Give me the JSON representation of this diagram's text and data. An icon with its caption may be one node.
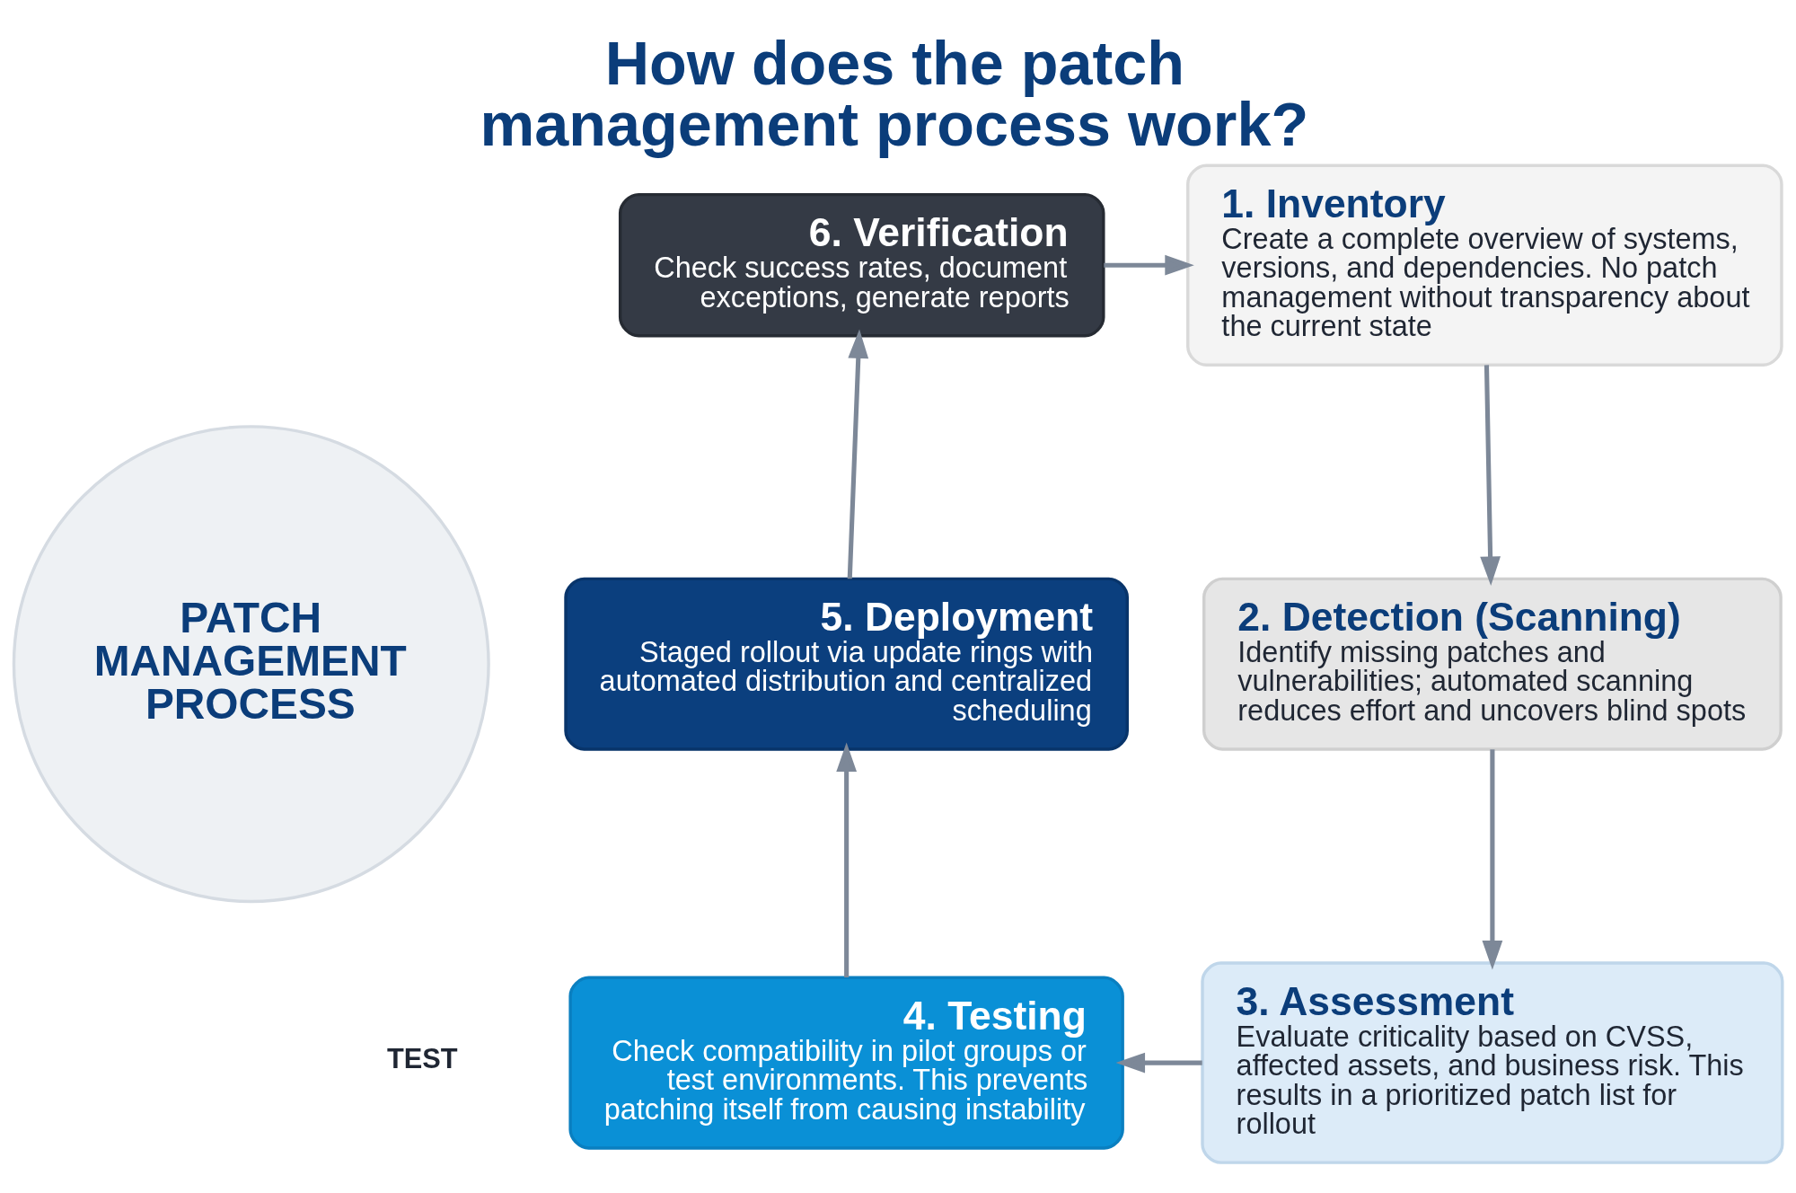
{
  "diagram": {
    "title": "How does the patch management process work?",
    "nodes": [
      {
        "text": [
          "PATCH MANAGEMENT PROCESS"
        ]
      },
      {
        "text": [
          "1. Inventory",
          "Create a complete overview of systems, versions, and dependencies. No patch management without transparency about the current state"
        ]
      },
      {
        "text": [
          "2. Detection (Scanning)",
          "Identify missing patches and vulnerabilities; automated scanning reduces effort and uncovers blind spots"
        ]
      },
      {
        "text": [
          "3. Assessment",
          "Evaluate criticality based on CVSS, affected assets, and business risk. This results in a prioritized patch list for rollout"
        ]
      },
      {
        "text": [
          "4. Testing",
          "Check compatibility in pilot groups or test environments. This prevents patching itself from causing instability"
        ]
      },
      {
        "text": [
          "5. Deployment",
          "Staged rollout via update rings with automated distribution and centralized scheduling"
        ]
      },
      {
        "text": [
          "6. Verification",
          "Check success rates, document exceptions, generate reports"
        ]
      }
    ],
    "edges": [
      {
        "from": 1,
        "to": 2,
        "arrow": "to"
      },
      {
        "from": 2,
        "to": 3,
        "arrow": "to"
      },
      {
        "from": 3,
        "to": 4,
        "arrow": "to"
      },
      {
        "from": 4,
        "to": 5,
        "arrow": "to"
      },
      {
        "from": 5,
        "to": 6,
        "arrow": "to"
      },
      {
        "from": 6,
        "to": 1,
        "arrow": "to"
      }
    ],
    "labels": [
      "TEST"
    ]
  }
}
